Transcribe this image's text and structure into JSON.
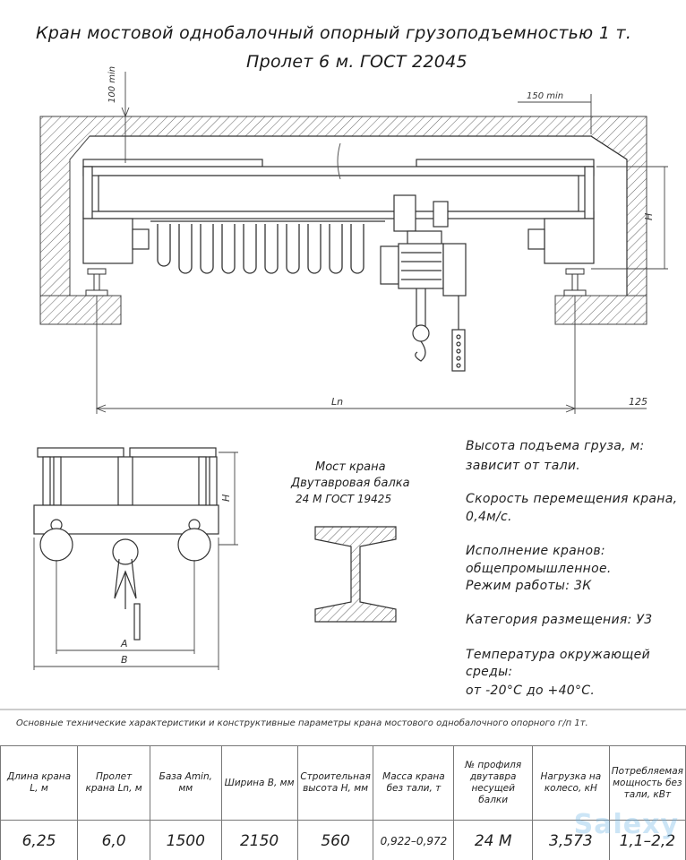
{
  "title": {
    "line1": "Кран мостовой однобалочный опорный грузоподъемностью 1 т.",
    "line2": "Пролет 6 м. ГОСТ 22045"
  },
  "top_drawing": {
    "dim_100min": "100 min",
    "dim_150min": "150 min",
    "dim_H": "H",
    "dim_Ln": "Ln",
    "dim_125": "125"
  },
  "side_drawing": {
    "dim_H": "H",
    "dim_A": "A",
    "dim_B": "B"
  },
  "beam": {
    "line1": "Мост крана",
    "line2": "Двутавровая балка",
    "line3": "24 М ГОСТ 19425"
  },
  "specs": [
    {
      "label": "Высота подъема груза, м:",
      "value": "зависит от тали."
    },
    {
      "label": "Скорость перемещения крана,",
      "value": "0,4м/с."
    },
    {
      "label": "Исполнение кранов:",
      "value": "общепромышленное."
    },
    {
      "label": "Режим работы: 3К",
      "value": ""
    },
    {
      "label": "Категория размещения: У3",
      "value": ""
    },
    {
      "label": "Температура окружающей",
      "value": "среды:"
    },
    {
      "label": "от -20°С до +40°С.",
      "value": ""
    }
  ],
  "table": {
    "caption": "Основные технические характеристики и конструктивные параметры крана мостового однобалочного опорного г/п 1т.",
    "headers": [
      "Длина крана L, м",
      "Пролет крана Ln, м",
      "База Amin, мм",
      "Ширина B, мм",
      "Строительная высота H, мм",
      "Масса крана без тали, т",
      "№ профиля двутавра несущей балки",
      "Нагрузка на колесо, кН",
      "Потребляемая мощность без тали, кВт"
    ],
    "row": [
      "6,25",
      "6,0",
      "1500",
      "2150",
      "560",
      "0,922–0,972",
      "24 М",
      "3,573",
      "1,1–2,2"
    ]
  },
  "watermark": "Salexy"
}
